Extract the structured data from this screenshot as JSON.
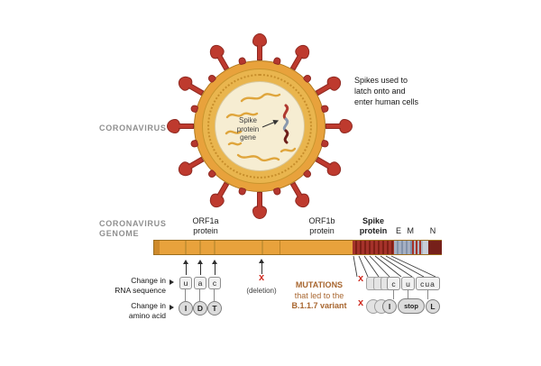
{
  "colors": {
    "virus_orange": "#E8A23C",
    "spike_red": "#BE3A2E",
    "genome_spike_red": "#A5322A",
    "em_blue_gray": "#9AA6BB",
    "n_dark_red": "#76201A",
    "note_brown": "#A8662F",
    "x_red": "#CF2B20",
    "label_gray": "#8F8F8F"
  },
  "virus": {
    "section_label": "CORONAVIRUS",
    "gene_label_lines": [
      "Spike",
      "protein",
      "gene"
    ],
    "spike_note_lines": [
      "Spikes used to",
      "latch onto and",
      "enter human cells"
    ]
  },
  "genome": {
    "section_label_lines": [
      "CORONAVIRUS",
      "GENOME"
    ],
    "segments": {
      "orf1a_lines": [
        "ORF1a",
        "protein"
      ],
      "orf1b_lines": [
        "ORF1b",
        "protein"
      ],
      "spike_lines": [
        "Spike",
        "protein"
      ],
      "em": "E M",
      "n": "N"
    }
  },
  "mutations": {
    "note_lines": [
      "MUTATIONS",
      "that led to the",
      "B.1.1.7 variant"
    ],
    "rna_row_label_lines": [
      "Change in",
      "RNA sequence"
    ],
    "amino_row_label_lines": [
      "Change in",
      "amino acid"
    ],
    "left": {
      "rna": [
        "u",
        "a",
        "c"
      ],
      "amino": [
        "I",
        "D",
        "T"
      ],
      "deletion_mark": "x",
      "deletion_label": "(deletion)"
    },
    "right": {
      "rna_mark": "x",
      "rna": [
        "c",
        "u",
        "cua"
      ],
      "amino_mark": "x",
      "amino": [
        "I",
        "stop",
        "L"
      ]
    }
  }
}
